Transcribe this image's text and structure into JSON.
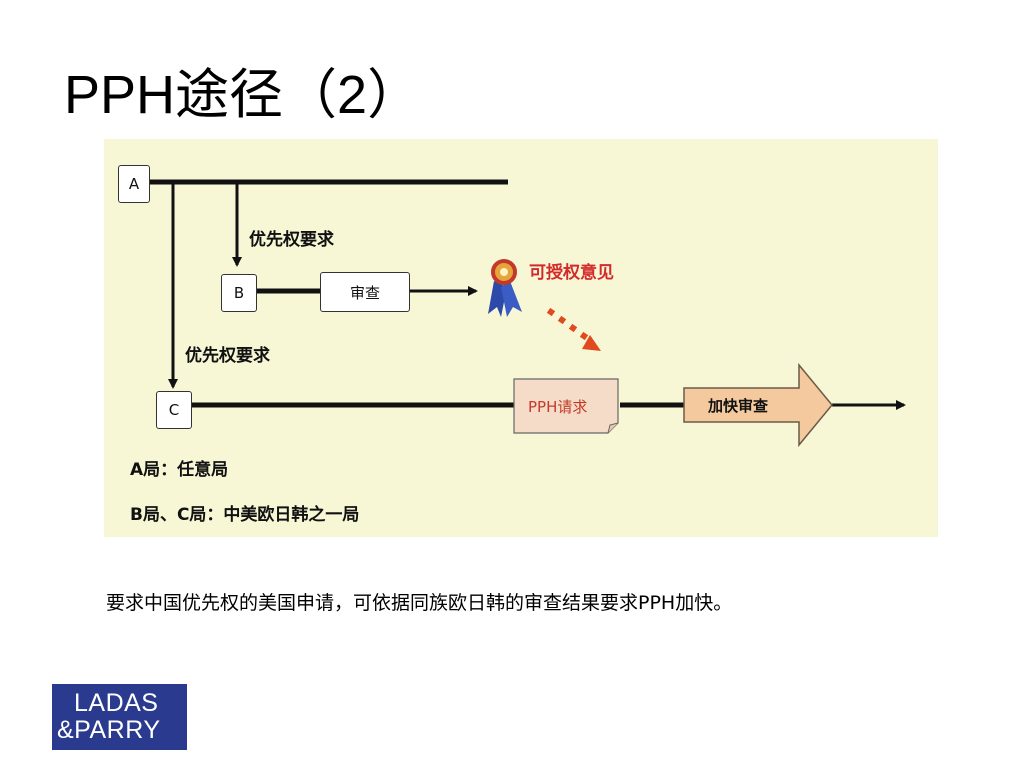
{
  "slide": {
    "title": "PPH途径（2）",
    "caption": "要求中国优先权的美国申请，可依据同族欧日韩的审查结果要求PPH加快。"
  },
  "diagram": {
    "nodes": {
      "a": "A",
      "b": "B",
      "c": "C",
      "exam": "审查"
    },
    "priority_label_1": "优先权要求",
    "priority_label_2": "优先权要求",
    "allowable_opinion": "可授权意见",
    "pph_request": "PPH请求",
    "accelerated_exam": "加快审查",
    "legend_a": "A局：任意局",
    "legend_bc": "B局、C局：中美欧日韩之一局",
    "colors": {
      "background": "#f7f7d6",
      "allowance": "#d42a2a",
      "pph_box": "#f5dcc8",
      "arrow_fill": "#f3c99d"
    }
  },
  "logo": {
    "line1": "LADAS",
    "line2": "&PARRY"
  }
}
